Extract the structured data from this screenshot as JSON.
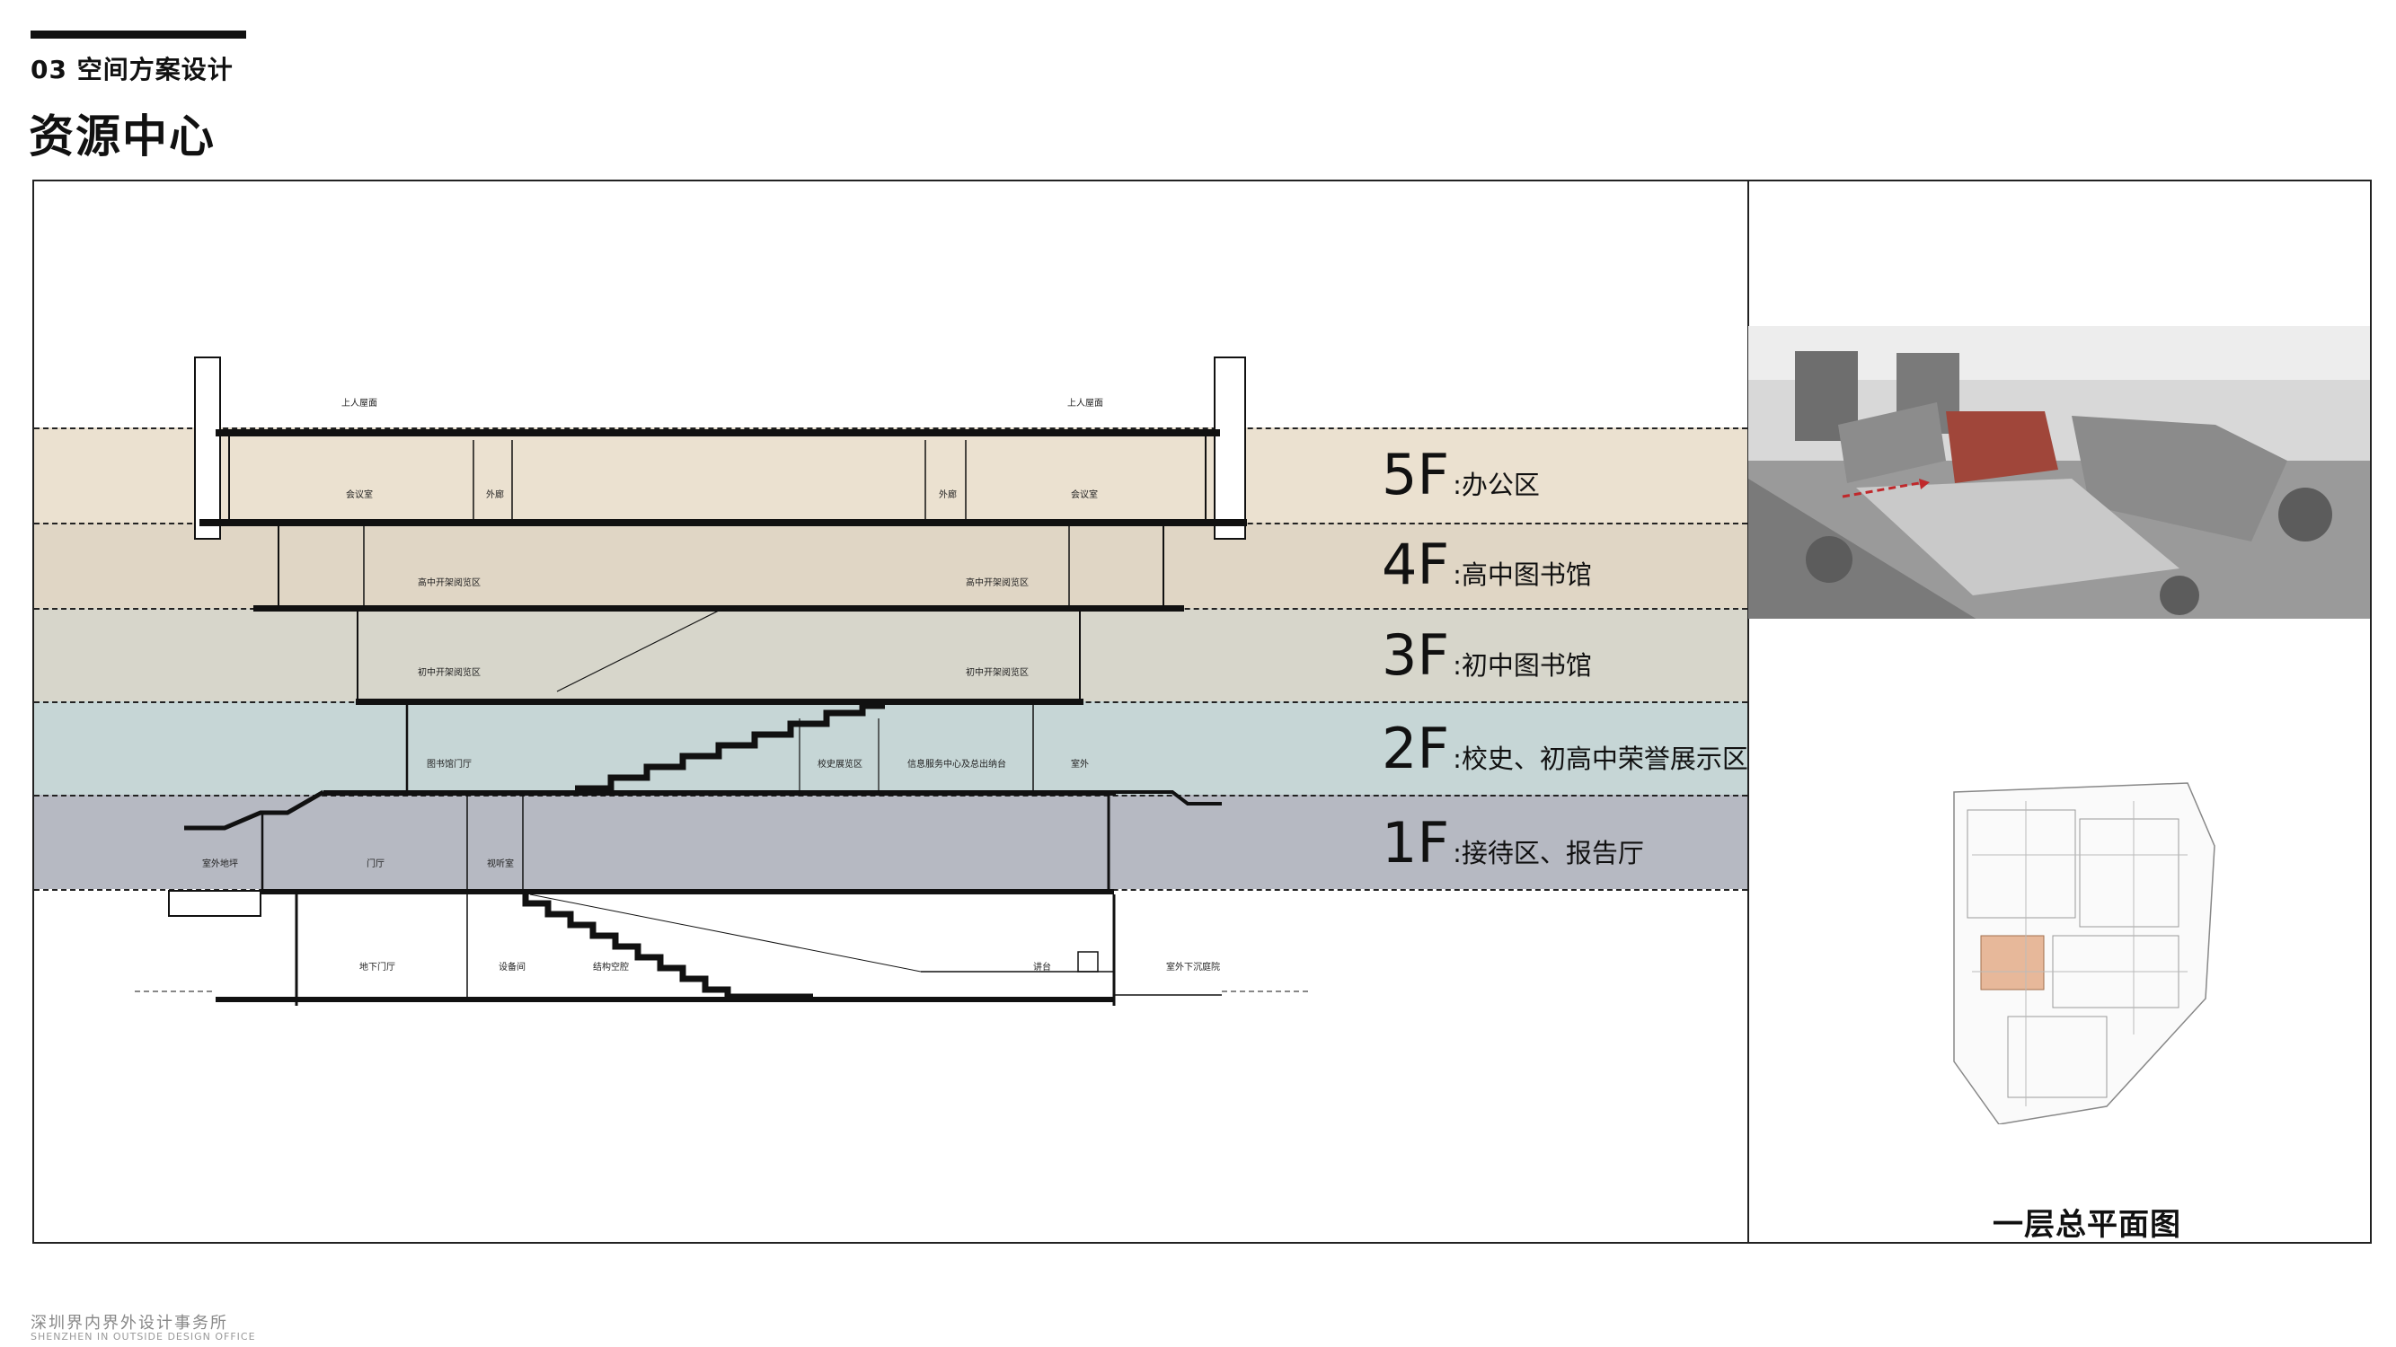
{
  "header": {
    "section_label": "03 空间方案设计",
    "title": "资源中心"
  },
  "floors": [
    {
      "num": "5F",
      "desc": ":办公区"
    },
    {
      "num": "4F",
      "desc": ":高中图书馆"
    },
    {
      "num": "3F",
      "desc": ":初中图书馆"
    },
    {
      "num": "2F",
      "desc": ":校史、初高中荣誉展示区"
    },
    {
      "num": "1F",
      "desc": ":接待区、报告厅"
    }
  ],
  "floor_colors": [
    "#ebe1d0",
    "#e0d6c5",
    "#d7d6cb",
    "#c6d6d6",
    "#b6b9c2"
  ],
  "section_rooms": {
    "roof_left": "上人屋面",
    "roof_right": "上人屋面",
    "f5_meeting_left": "会议室",
    "f5_corridor_left": "外廊",
    "f5_corridor_right": "外廊",
    "f5_meeting_right": "会议室",
    "f4_read_left": "高中开架阅览区",
    "f4_read_right": "高中开架阅览区",
    "f3_read_left": "初中开架阅览区",
    "f3_read_right": "初中开架阅览区",
    "f2_lobby": "图书馆门厅",
    "f2_history": "校史展览区",
    "f2_info": "信息服务中心及总出纳台",
    "f2_outdoor": "室外",
    "f1_plaza": "室外地坪",
    "f1_hall": "门厅",
    "f1_av": "视听室",
    "b1_lobby": "地下门厅",
    "b1_equip": "设备间",
    "b1_void": "结构空腔",
    "b1_stage": "讲台",
    "b1_court": "室外下沉庭院"
  },
  "site_plan_caption": "一层总平面图",
  "footer": {
    "company_cn": "深圳界内界外设计事务所",
    "company_en": "SHENZHEN IN OUTSIDE DESIGN OFFICE"
  }
}
